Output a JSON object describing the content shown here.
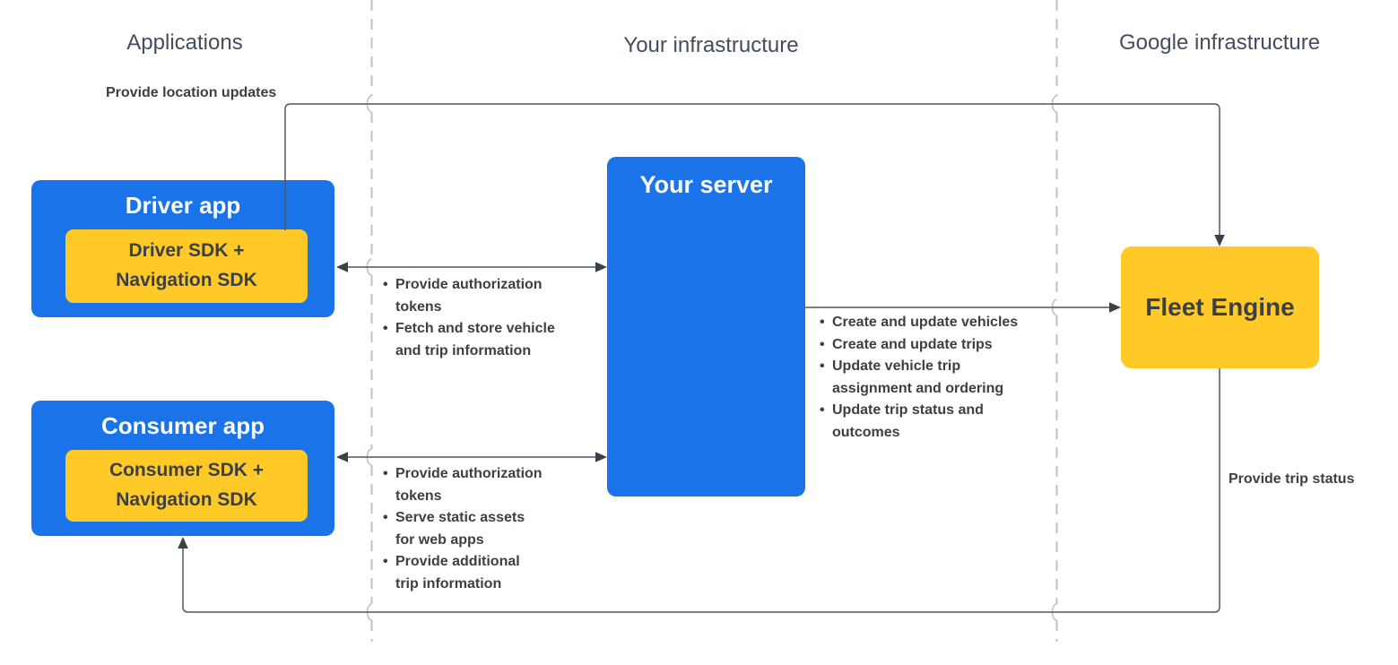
{
  "columns": {
    "applications": "Applications",
    "your_infrastructure": "Your infrastructure",
    "google_infrastructure": "Google infrastructure"
  },
  "nodes": {
    "driver_app": {
      "title": "Driver app",
      "sdk": "Driver SDK +\nNavigation SDK"
    },
    "consumer_app": {
      "title": "Consumer app",
      "sdk": "Consumer SDK +\nNavigation SDK"
    },
    "your_server": {
      "title": "Your server"
    },
    "fleet_engine": {
      "title": "Fleet Engine"
    }
  },
  "edges": {
    "provide_location_updates": "Provide location updates",
    "provide_trip_status": "Provide trip status",
    "driver_server_bullets": [
      "Provide authorization\ntokens",
      "Fetch and store vehicle\nand trip information"
    ],
    "consumer_server_bullets": [
      "Provide authorization\ntokens",
      "Serve static assets\nfor web apps",
      "Provide additional\ntrip information"
    ],
    "server_fleet_bullets": [
      "Create and update vehicles",
      "Create and update trips",
      "Update vehicle trip\nassignment and ordering",
      "Update trip status and\noutcomes"
    ]
  },
  "colors": {
    "blue": "#1A73E8",
    "yellow": "#FFC928",
    "line": "#50575E",
    "arrow": "#3A4149",
    "divider": "#BCC2C9",
    "text_dark": "#3C4043",
    "header": "#434E5C"
  }
}
